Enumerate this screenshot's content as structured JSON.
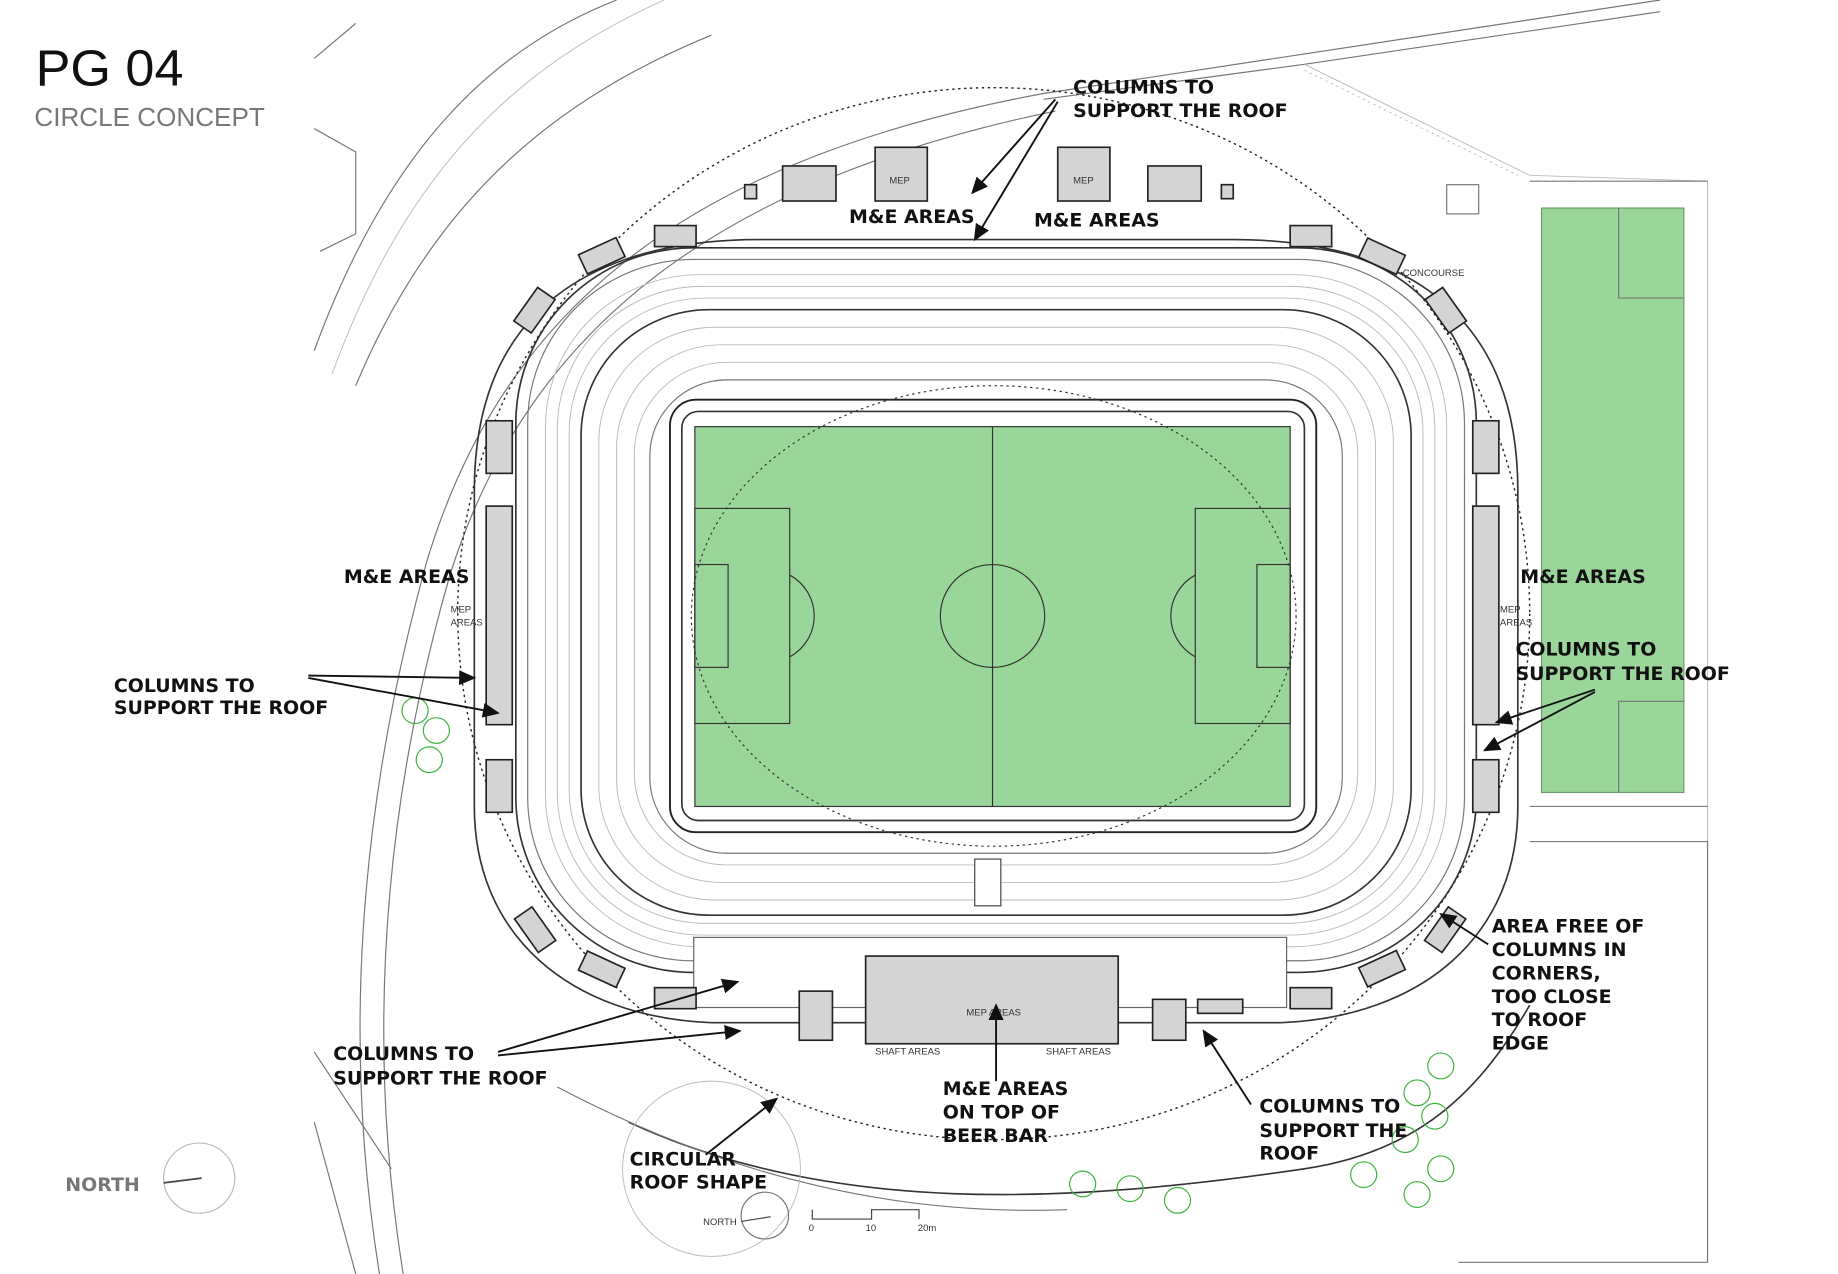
{
  "header": {
    "title": "PG 04",
    "subtitle": "CIRCLE CONCEPT"
  },
  "labels": {
    "top_columns": [
      "COLUMNS TO",
      "SUPPORT THE ROOF"
    ],
    "top_me_left": "M&E AREAS",
    "top_me_right": "M&E AREAS",
    "left_me": "M&E AREAS",
    "right_me": "M&E AREAS",
    "left_columns": [
      "COLUMNS TO",
      "SUPPORT THE ROOF"
    ],
    "right_columns": [
      "COLUMNS TO",
      "SUPPORT THE ROOF"
    ],
    "area_free": [
      "AREA FREE OF",
      "COLUMNS IN",
      "CORNERS,",
      "TOO CLOSE",
      "TO ROOF",
      "EDGE"
    ],
    "bottom_left_columns": [
      "COLUMNS TO",
      "SUPPORT THE ROOF"
    ],
    "beer_bar": [
      "M&E AREAS",
      "ON  TOP OF",
      "BEER BAR"
    ],
    "bottom_right_columns": [
      "COLUMNS TO",
      "SUPPORT THE",
      "ROOF"
    ],
    "circular_roof": [
      "CIRCULAR",
      "ROOF SHAPE"
    ],
    "north": "NORTH"
  },
  "plan_notes": {
    "mep": "MEP",
    "concourse": "CONCOURSE",
    "mep_areas": [
      "MEP",
      "AREAS"
    ],
    "mep_areas_bottom": "MEP AREAS",
    "shaft_areas": "SHAFT AREAS",
    "north_small": "NORTH",
    "scale": [
      "0",
      "10",
      "20m"
    ]
  },
  "colors": {
    "pitch": "#9ad69a",
    "field": "#9ad69a",
    "tree": "#3cb43c"
  }
}
